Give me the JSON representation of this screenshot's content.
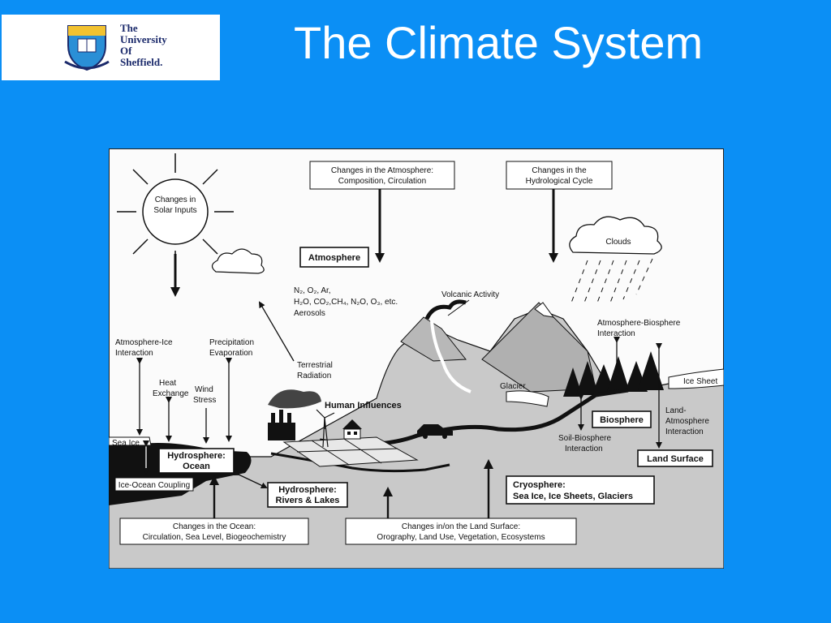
{
  "header": {
    "title": "The Climate System",
    "logo": {
      "line1": "The",
      "line2": "University",
      "line3": "Of",
      "line4": "Sheffield."
    }
  },
  "diagram": {
    "solar": {
      "line1": "Changes in",
      "line2": "Solar Inputs"
    },
    "atmosphere_changes": {
      "line1": "Changes in the Atmosphere:",
      "line2": "Composition, Circulation"
    },
    "hydro_changes": {
      "line1": "Changes in the",
      "line2": "Hydrological Cycle"
    },
    "clouds": "Clouds",
    "atmosphere": "Atmosphere",
    "gases": {
      "line1": "N₂, O₂, Ar,",
      "line2": "H₂O, CO₂,CH₄, N₂O, O₃, etc.",
      "line3": "Aerosols"
    },
    "volcanic": "Volcanic Activity",
    "atm_bio": {
      "line1": "Atmosphere-Biosphere",
      "line2": "Interaction"
    },
    "atm_ice": {
      "line1": "Atmosphere-Ice",
      "line2": "Interaction"
    },
    "precip": {
      "line1": "Precipitation",
      "line2": "Evaporation"
    },
    "terrestrial": {
      "line1": "Terrestrial",
      "line2": "Radiation"
    },
    "ice_sheet": "Ice Sheet",
    "glacier": "Glacier",
    "heat": {
      "line1": "Heat",
      "line2": "Exchange"
    },
    "wind": {
      "line1": "Wind",
      "line2": "Stress"
    },
    "human": "Human Influences",
    "biosphere": "Biosphere",
    "land_atm": {
      "line1": "Land-",
      "line2": "Atmosphere",
      "line3": "Interaction"
    },
    "sea_ice": "Sea Ice",
    "hydro_ocean": {
      "line1": "Hydrosphere:",
      "line2": "Ocean"
    },
    "soil_bio": {
      "line1": "Soil-Biosphere",
      "line2": "Interaction"
    },
    "land_surface": "Land Surface",
    "ice_ocean": "Ice-Ocean Coupling",
    "hydro_rivers": {
      "line1": "Hydrosphere:",
      "line2": "Rivers & Lakes"
    },
    "cryosphere": {
      "line1": "Cryosphere:",
      "line2": "Sea Ice, Ice Sheets, Glaciers"
    },
    "ocean_changes": {
      "line1": "Changes in the Ocean:",
      "line2": "Circulation, Sea Level, Biogeochemistry"
    },
    "land_changes": {
      "line1": "Changes in/on the Land Surface:",
      "line2": "Orography, Land Use, Vegetation, Ecosystems"
    }
  }
}
